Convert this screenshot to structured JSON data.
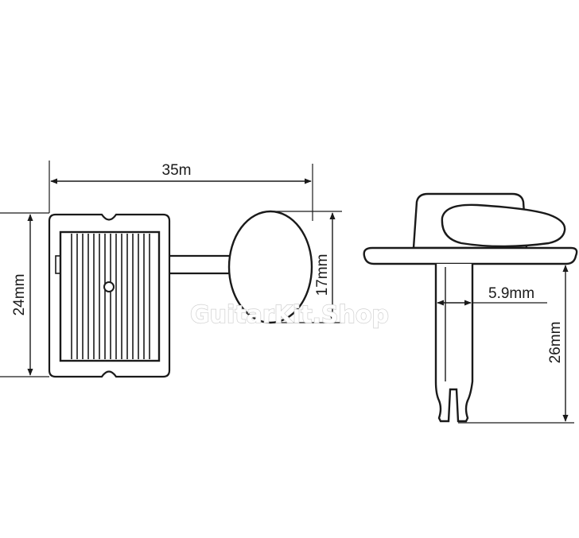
{
  "dimensions": {
    "width_top": "35m",
    "height_left": "24mm",
    "button_height": "17mm",
    "post_diameter": "5.9mm",
    "post_height": "26mm"
  },
  "watermark": "GuitarKit.Shop",
  "colors": {
    "line": "#1a1a1a",
    "fill": "#ffffff",
    "watermark_outline": "#cfcfcf"
  }
}
